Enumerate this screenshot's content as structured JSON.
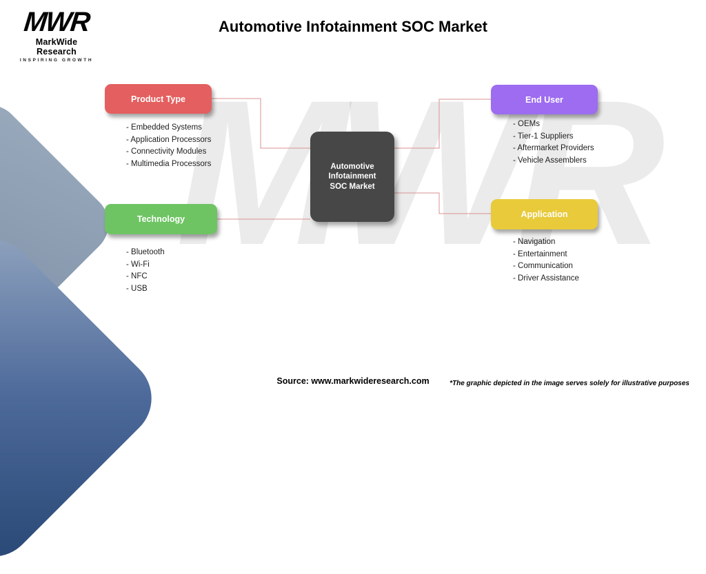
{
  "header": {
    "title": "Automotive Infotainment SOC Market"
  },
  "logo": {
    "monogram": "MWR",
    "name": "MarkWide Research",
    "tagline": "INSPIRING GROWTH"
  },
  "diagram": {
    "center_label": "Automotive Infotainment SOC Market",
    "center_color": "#474747",
    "connector_color": "#d99090",
    "nodes": [
      {
        "label": "Product Type",
        "color": "#e45f5f",
        "items": [
          "- Embedded Systems",
          "- Application Processors",
          "- Connectivity Modules",
          "- Multimedia Processors"
        ]
      },
      {
        "label": "Technology",
        "color": "#6ec463",
        "items": [
          "- Bluetooth",
          "- Wi-Fi",
          "- NFC",
          "- USB"
        ]
      },
      {
        "label": "End User",
        "color": "#9d6cf0",
        "items": [
          "- OEMs",
          "- Tier-1 Suppliers",
          "- Aftermarket Providers",
          "- Vehicle Assemblers"
        ]
      },
      {
        "label": "Application",
        "color": "#e8ca3a",
        "items": [
          "- Navigation",
          "- Entertainment",
          "- Communication",
          "- Driver Assistance"
        ]
      }
    ]
  },
  "footer": {
    "source": "Source: www.markwideresearch.com",
    "disclaimer": "*The graphic depicted in the image serves solely for illustrative purposes"
  },
  "watermark": "MWR"
}
